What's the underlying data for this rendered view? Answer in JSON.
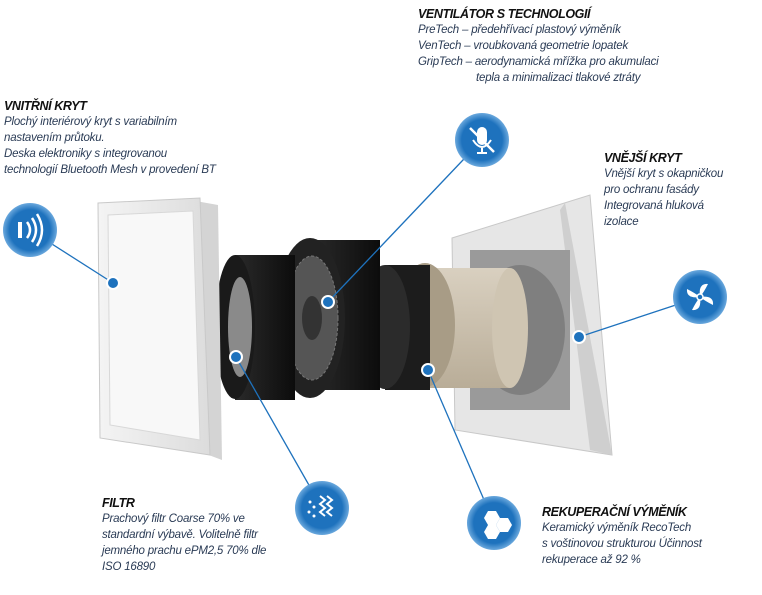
{
  "colors": {
    "accent": "#1e72bd",
    "text": "#2a3b55"
  },
  "ventilator": {
    "title": "VENTILÁTOR S TECHNOLOGIÍ",
    "lines": [
      "PreTech – předehřívací plastový výměník",
      "VenTech – vroubkovaná geometrie lopatek",
      "GripTech – aerodynamická mřížka pro akumulaci",
      "tepla a minimalizaci tlakové ztráty"
    ],
    "icon": "muted-microphone-icon"
  },
  "inner_cover": {
    "title": "VNITŘNÍ KRYT",
    "lines": [
      "Plochý interiérový kryt s variabilním",
      "nastavením průtoku.",
      "Deska elektroniky s integrovanou",
      "technologií Bluetooth Mesh v provedení BT"
    ],
    "icon": "wireless-signal-icon"
  },
  "outer_cover": {
    "title": "VNĚJŠÍ KRYT",
    "lines": [
      "Vnější kryt s okapničkou",
      "pro ochranu fasády",
      "Integrovaná hluková",
      "izolace"
    ],
    "icon": "fan-icon"
  },
  "filter": {
    "title": "FILTR",
    "lines": [
      "Prachový filtr Coarse 70% ve",
      "standardní výbavě. Volitelně filtr",
      "jemného prachu ePM2,5 70% dle",
      "ISO 16890"
    ],
    "icon": "filter-icon"
  },
  "exchanger": {
    "title": "REKUPERAČNÍ VÝMĚNÍK",
    "lines": [
      "Keramický výměník RecoTech",
      "s voštinovou strukturou Účinnost",
      "rekuperace až 92 %"
    ],
    "icon": "honeycomb-icon"
  }
}
